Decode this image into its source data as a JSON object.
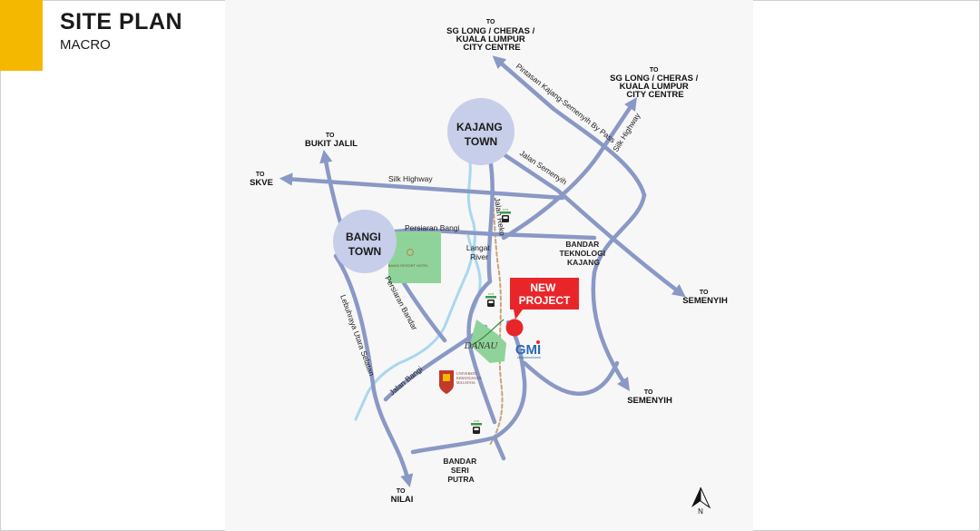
{
  "header": {
    "title": "SITE PLAN",
    "subtitle": "MACRO"
  },
  "colors": {
    "accent": "#F5B800",
    "road": "#8A98C6",
    "river": "#A9D8EE",
    "rail": "#C9A27A",
    "town_circle": "#C7CEEA",
    "green_area": "#8FD39A",
    "new_project": "#E8262A"
  },
  "destinations": {
    "top_center": [
      "TO",
      "SG LONG / CHERAS /",
      "KUALA LUMPUR",
      "CITY CENTRE"
    ],
    "top_right": [
      "TO",
      "SG LONG / CHERAS /",
      "KUALA LUMPUR",
      "CITY CENTRE"
    ],
    "bukit_jalil": [
      "TO",
      "BUKIT JALIL"
    ],
    "skve": [
      "TO",
      "SKVE"
    ],
    "semenyih_1": [
      "TO",
      "SEMENYIH"
    ],
    "semenyih_2": [
      "TO",
      "SEMENYIH"
    ],
    "nilai": [
      "TO",
      "NILAI"
    ]
  },
  "towns": {
    "kajang": [
      "KAJANG",
      "TOWN"
    ],
    "bangi": [
      "BANGI",
      "TOWN"
    ]
  },
  "road_labels": {
    "silk_highway_west": "Silk Highway",
    "silk_highway_ne": "Silk Highway",
    "kajang_semenyih_bypass": "Pintasan Kajang-Semenyih By Pass",
    "jalan_semenyih": "Jalan Semenyih",
    "persiaran_bangi": "Persiaran Bangi",
    "jalan_reko": "Jalan Reko",
    "persiaran_bandar": "Persiaran Bandar",
    "lebuhraya": "Lebuhraya Utara Selatan",
    "jalan_bangi": "Jalan Bangi"
  },
  "area_labels": {
    "langat_river": [
      "Langat",
      "River"
    ],
    "bandar_teknologi": [
      "BANDAR",
      "TEKNOLOGI",
      "KAJANG"
    ],
    "bandar_seri_putra": [
      "BANDAR",
      "SERI",
      "PUTRA"
    ]
  },
  "landmarks": {
    "new_project": [
      "NEW",
      "PROJECT"
    ],
    "bangi_resort": "BANGI RESORT HOTEL",
    "danau": "DANAU",
    "gmi": "GMI",
    "ukm": [
      "UNIVERSITI",
      "KEBANGSAAN",
      "MALAYSIA"
    ],
    "ktm": "KTM"
  },
  "compass": {
    "icon": "north-arrow-icon",
    "label": "N"
  }
}
